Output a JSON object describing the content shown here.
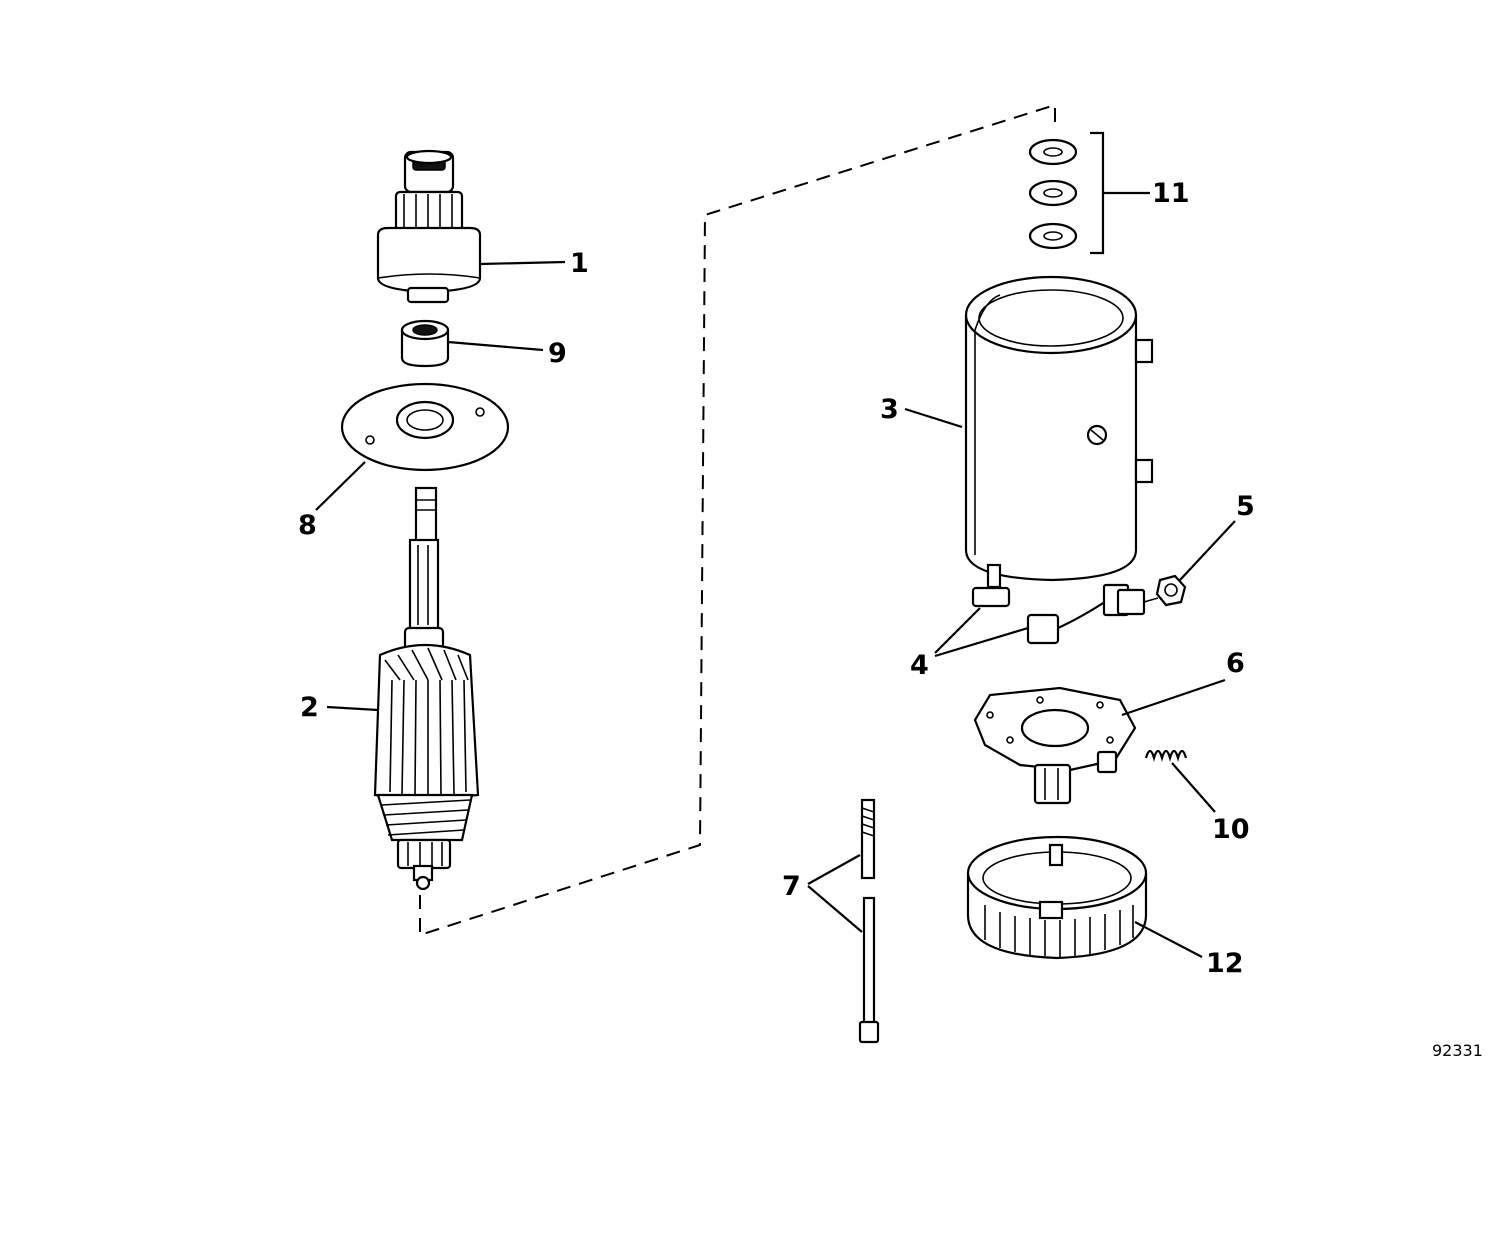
{
  "labels": {
    "p1": "1",
    "p2": "2",
    "p3": "3",
    "p4": "4",
    "p5": "5",
    "p6": "6",
    "p7": "7",
    "p8": "8",
    "p9": "9",
    "p10": "10",
    "p11": "11",
    "p12": "12"
  },
  "reference_number": "92331"
}
